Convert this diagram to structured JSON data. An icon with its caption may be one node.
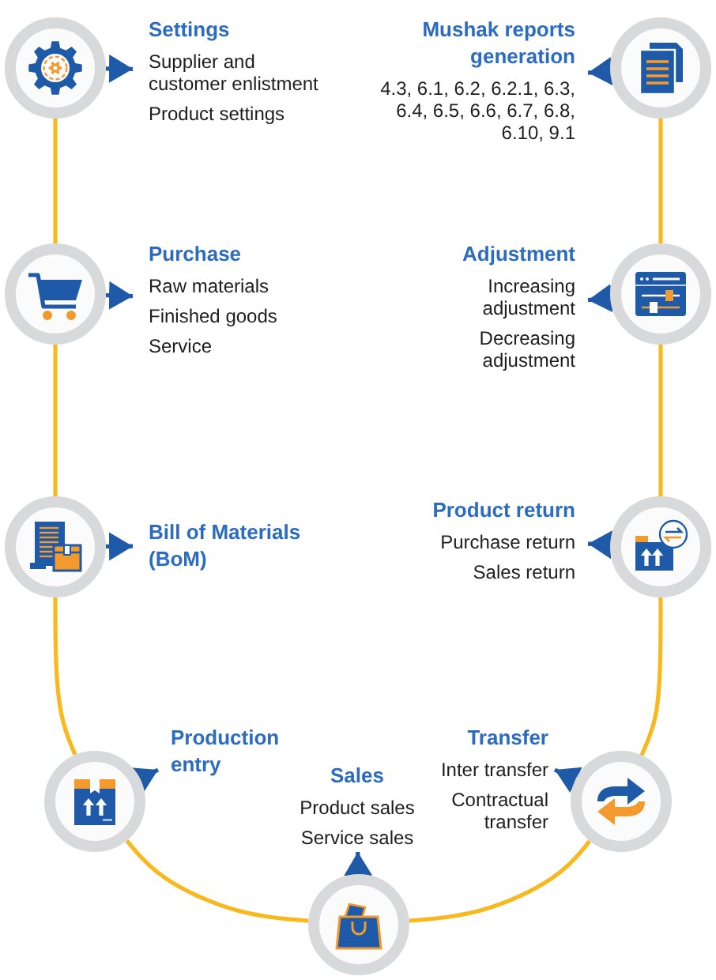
{
  "diagram": {
    "nodes": [
      {
        "text": [],
        "shape": "circle"
      },
      {
        "text": [
          "Settings",
          "Supplier and customer enlistment",
          "Product settings"
        ]
      },
      {
        "text": [],
        "shape": "circle"
      },
      {
        "text": [
          "Purchase",
          "Raw materials",
          "Finished goods",
          "Service"
        ]
      },
      {
        "text": [],
        "shape": "circle"
      },
      {
        "text": [
          "Bill of Materials (BoM)"
        ]
      },
      {
        "text": [],
        "shape": "circle"
      },
      {
        "text": [
          "Production entry"
        ]
      },
      {
        "text": [],
        "shape": "circle"
      },
      {
        "text": [
          "Sales",
          "Product sales",
          "Service sales"
        ]
      },
      {
        "text": [],
        "shape": "circle"
      },
      {
        "text": [
          "Transfer",
          "Inter transfer",
          "Contractual transfer"
        ]
      },
      {
        "text": [],
        "shape": "circle"
      },
      {
        "text": [
          "Product return",
          "Purchase return",
          "Sales return"
        ]
      },
      {
        "text": [],
        "shape": "circle"
      },
      {
        "text": [
          "Adjustment",
          "Increasing adjustment",
          "Decreasing adjustment"
        ]
      },
      {
        "text": [],
        "shape": "circle"
      },
      {
        "text": [
          "Mushak reports generation",
          "4.3, 6.1, 6.2, 6.2.1, 6.3, 6.4, 6.5, 6.6, 6.7, 6.8, 6.10, 9.1"
        ]
      }
    ],
    "edges": [
      {
        "from": 0,
        "to": 2,
        "arrow": "none",
        "color": "#f8b91f"
      },
      {
        "from": 2,
        "to": 4,
        "arrow": "none",
        "color": "#f8b91f"
      },
      {
        "from": 4,
        "to": 6,
        "arrow": "none",
        "color": "#f8b91f"
      },
      {
        "from": 6,
        "to": 8,
        "arrow": "none",
        "color": "#f8b91f"
      },
      {
        "from": 8,
        "to": 10,
        "arrow": "none",
        "color": "#f8b91f"
      },
      {
        "from": 10,
        "to": 12,
        "arrow": "none",
        "color": "#f8b91f"
      },
      {
        "from": 12,
        "to": 14,
        "arrow": "none",
        "color": "#f8b91f"
      },
      {
        "from": 14,
        "to": 16,
        "arrow": "none",
        "color": "#f8b91f"
      },
      {
        "from": 0,
        "to": 1,
        "arrow": "to"
      },
      {
        "from": 2,
        "to": 3,
        "arrow": "to"
      },
      {
        "from": 4,
        "to": 5,
        "arrow": "to"
      },
      {
        "from": 6,
        "to": 7,
        "arrow": "to"
      },
      {
        "from": 8,
        "to": 9,
        "arrow": "to"
      },
      {
        "from": 10,
        "to": 11,
        "arrow": "to"
      },
      {
        "from": 12,
        "to": 13,
        "arrow": "to"
      },
      {
        "from": 14,
        "to": 15,
        "arrow": "to"
      },
      {
        "from": 16,
        "to": 17,
        "arrow": "to"
      }
    ]
  }
}
